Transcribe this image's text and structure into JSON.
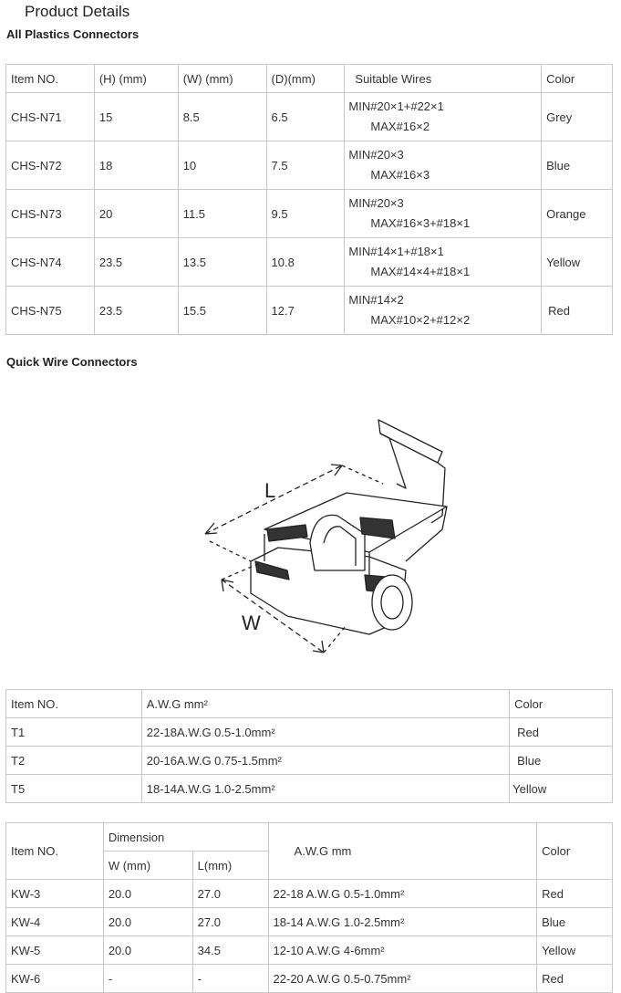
{
  "page_title": "Product Details",
  "section1": {
    "title": "All Plastics Connectors",
    "headers": [
      "Item NO.",
      "(H) (mm)",
      "(W) (mm)",
      "(D)(mm)",
      "Suitable Wires",
      "Color"
    ],
    "rows": [
      {
        "item": "CHS-N71",
        "h": "15",
        "w": "8.5",
        "d": "6.5",
        "min": "MIN#20×1+#22×1",
        "max": "MAX#16×2",
        "color": "Grey"
      },
      {
        "item": "CHS-N72",
        "h": "18",
        "w": "10",
        "d": "7.5",
        "min": "MIN#20×3",
        "max": "MAX#16×3",
        "color": "Blue"
      },
      {
        "item": "CHS-N73",
        "h": "20",
        "w": "11.5",
        "d": "9.5",
        "min": "MIN#20×3",
        "max": "MAX#16×3+#18×1",
        "color": "Orange"
      },
      {
        "item": "CHS-N74",
        "h": "23.5",
        "w": "13.5",
        "d": "10.8",
        "min": "MIN#14×1+#18×1",
        "max": "MAX#14×4+#18×1",
        "color": "Yellow"
      },
      {
        "item": "CHS-N75",
        "h": "23.5",
        "w": "15.5",
        "d": "12.7",
        "min": "MIN#14×2",
        "max": "MAX#10×2+#12×2",
        "color": "Red"
      }
    ]
  },
  "section2": {
    "title": "Quick Wire Connectors",
    "diagram_labels": {
      "length": "L",
      "width": "W"
    }
  },
  "table2": {
    "headers": [
      "Item NO.",
      "A.W.G mm²",
      "Color"
    ],
    "rows": [
      {
        "item": "T1",
        "awg": "22-18A.W.G   0.5-1.0mm²",
        "color": "Red"
      },
      {
        "item": "T2",
        "awg": "20-16A.W.G   0.75-1.5mm²",
        "color": "Blue"
      },
      {
        "item": "T5",
        "awg": "18-14A.W.G   1.0-2.5mm²",
        "color": "Yellow"
      }
    ]
  },
  "table3": {
    "headers": {
      "item": "Item NO.",
      "dimension": "Dimension",
      "w": "W (mm)",
      "l": "L(mm)",
      "awg": "A.W.G  mm",
      "color": "Color"
    },
    "rows": [
      {
        "item": "KW-3",
        "w": "20.0",
        "l": "27.0",
        "awg": "22-18 A.W.G   0.5-1.0mm²",
        "color": "Red"
      },
      {
        "item": "KW-4",
        "w": "20.0",
        "l": "27.0",
        "awg": "18-14 A.W.G   1.0-2.5mm²",
        "color": "Blue"
      },
      {
        "item": "KW-5",
        "w": "20.0",
        "l": "34.5",
        "awg": "12-10 A.W.G   4-6mm²",
        "color": "Yellow"
      },
      {
        "item": "KW-6",
        "w": "-",
        "l": "-",
        "awg": "22-20 A.W.G   0.5-0.75mm²",
        "color": "Red"
      }
    ]
  }
}
